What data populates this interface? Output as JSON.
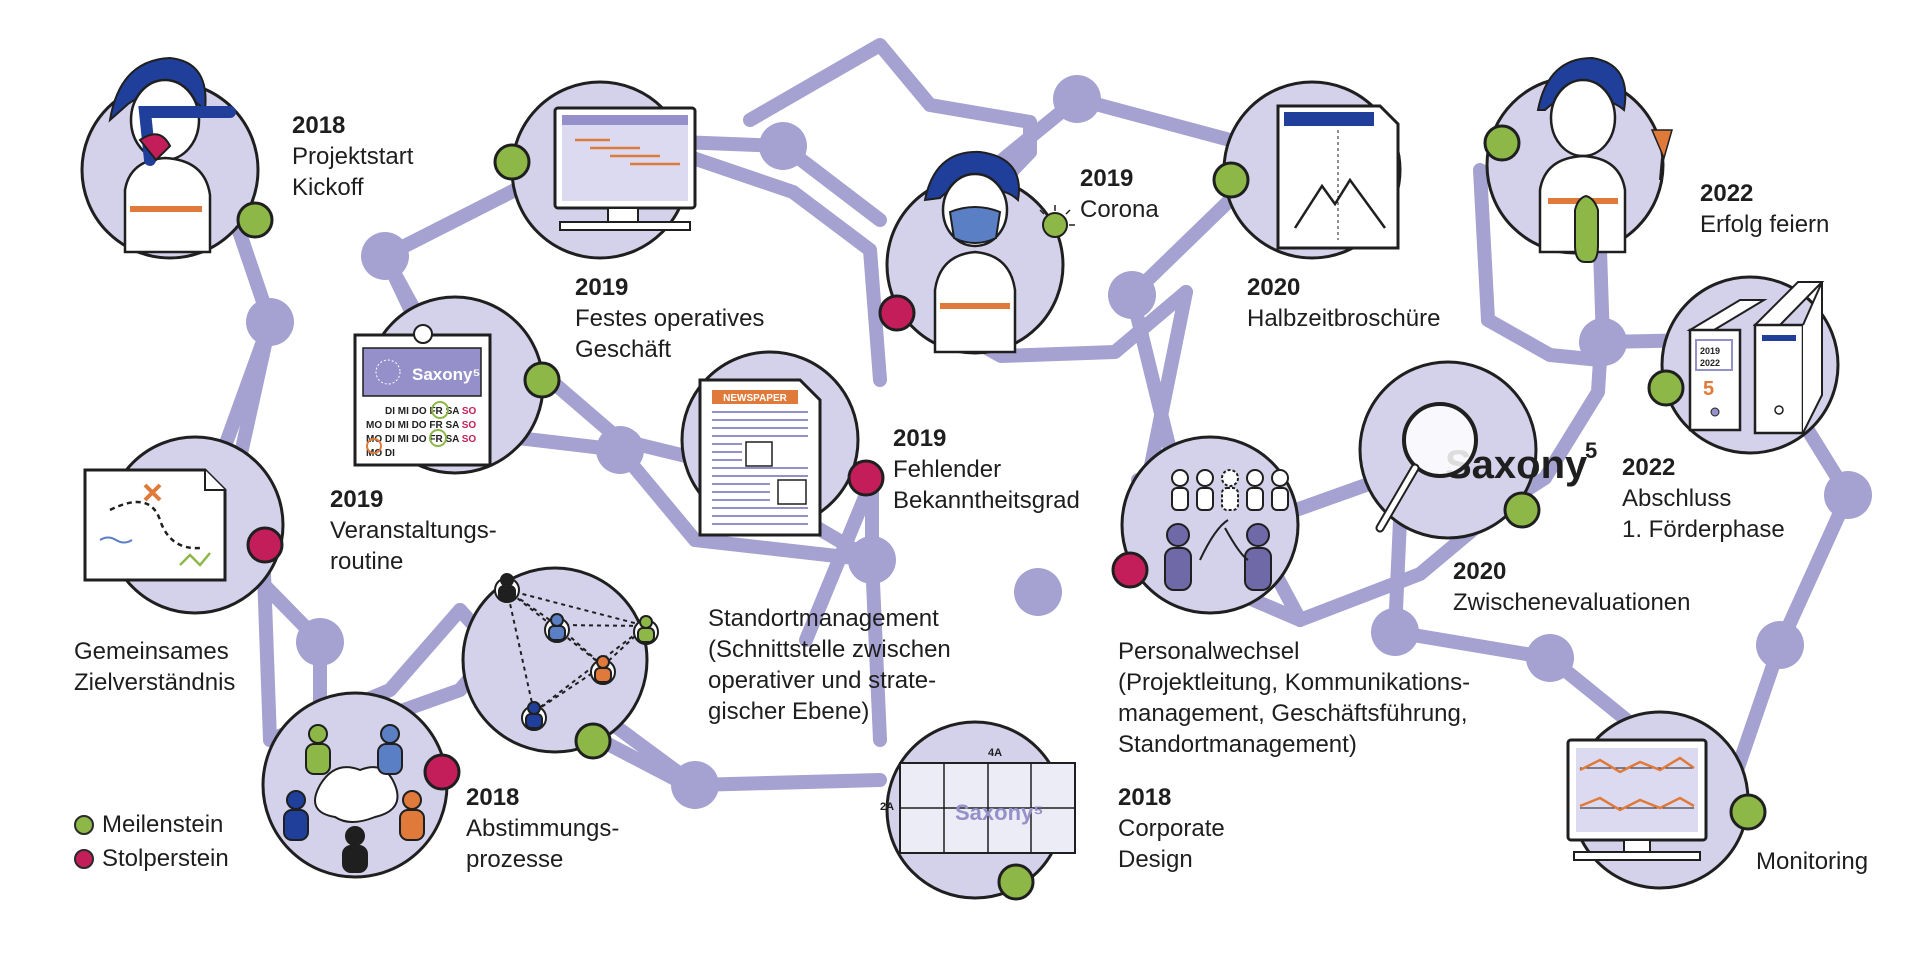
{
  "colors": {
    "path": "#a5a1d0",
    "node_fill": "#d4d1ea",
    "outline": "#1f1f1f",
    "milestone": "#8db848",
    "obstacle": "#c41e5a",
    "accent_orange": "#e07a3a",
    "accent_blue": "#1f3f9a",
    "brand_purple": "#9590c9"
  },
  "items": {
    "kickoff": {
      "year": "2018",
      "lines": [
        "Projektstart",
        "Kickoff"
      ],
      "marker": "milestone",
      "icon": "character-pen-icon"
    },
    "zielverstaendnis": {
      "year": "",
      "lines": [
        "Gemeinsames",
        "Zielverständnis"
      ],
      "marker": "obstacle",
      "icon": "treasure-map-icon"
    },
    "abstimmung": {
      "year": "2018",
      "lines": [
        "Abstimmungs-",
        "prozesse"
      ],
      "marker": "obstacle",
      "icon": "people-discussion-icon"
    },
    "veranstaltung": {
      "year": "2019",
      "lines": [
        "Veranstaltungs-",
        "routine"
      ],
      "marker": "milestone",
      "icon": "calendar-icon"
    },
    "operativ": {
      "year": "2019",
      "lines": [
        "Festes operatives",
        "Geschäft"
      ],
      "marker": "milestone",
      "icon": "gantt-monitor-icon"
    },
    "standort": {
      "year": "",
      "lines": [
        "Standortmanagement",
        "(Schnittstelle zwischen",
        "operativer und strate-",
        "gischer Ebene)"
      ],
      "marker": "milestone",
      "icon": "network-icon"
    },
    "bekanntheit": {
      "year": "2019",
      "lines": [
        "Fehlender",
        "Bekanntheitsgrad"
      ],
      "marker": "obstacle",
      "icon": "newspaper-icon"
    },
    "corona": {
      "year": "2019",
      "lines": [
        "Corona"
      ],
      "marker": "obstacle",
      "icon": "character-mask-icon"
    },
    "design": {
      "year": "2018",
      "lines": [
        "Corporate",
        "Design"
      ],
      "marker": "milestone",
      "icon": "design-grid-icon"
    },
    "broschuere": {
      "year": "2020",
      "lines": [
        "Halbzeitbroschüre"
      ],
      "marker": "milestone",
      "icon": "brochure-icon"
    },
    "personal": {
      "year": "",
      "lines": [
        "Personalwechsel",
        "(Projektleitung, Kommunikations-",
        "management, Geschäftsführung,",
        "Standortmanagement)"
      ],
      "marker": "obstacle",
      "icon": "staff-change-icon"
    },
    "evaluation": {
      "year": "2020",
      "lines": [
        "Zwischenevaluationen"
      ],
      "marker": "milestone",
      "icon": "magnifier-icon"
    },
    "abschluss": {
      "year": "2022",
      "lines": [
        "Abschluss",
        "1. Förderphase"
      ],
      "marker": "milestone",
      "icon": "binders-icon"
    },
    "erfolg": {
      "year": "2022",
      "lines": [
        "Erfolg feiern"
      ],
      "marker": "milestone",
      "icon": "character-champagne-icon"
    },
    "monitoring": {
      "year": "",
      "lines": [
        "Monitoring"
      ],
      "marker": "milestone",
      "icon": "chart-monitor-icon"
    }
  },
  "embedded": {
    "brand": "Saxony",
    "brand_sup": "5",
    "brand_long": "Saxony⁵",
    "newspaper": "NEWSPAPER",
    "weekdays_row1": [
      "DI",
      "MI",
      "DO",
      "FR",
      "SA",
      "SO"
    ],
    "weekdays_row2": [
      "MO",
      "DI",
      "MI",
      "DO",
      "FR",
      "SA",
      "SO"
    ],
    "weekdays_row3": [
      "MO",
      "DI",
      "MI",
      "DO",
      "FR",
      "SA",
      "SO"
    ],
    "weekdays_row4": [
      "MO",
      "DI"
    ],
    "binder_years": [
      "2019",
      "2022"
    ],
    "binder_number": "5",
    "grid_label_top": "4A",
    "grid_label_left": "2A"
  },
  "legend": [
    {
      "label": "Meilenstein",
      "kind": "milestone"
    },
    {
      "label": "Stolperstein",
      "kind": "obstacle"
    }
  ]
}
